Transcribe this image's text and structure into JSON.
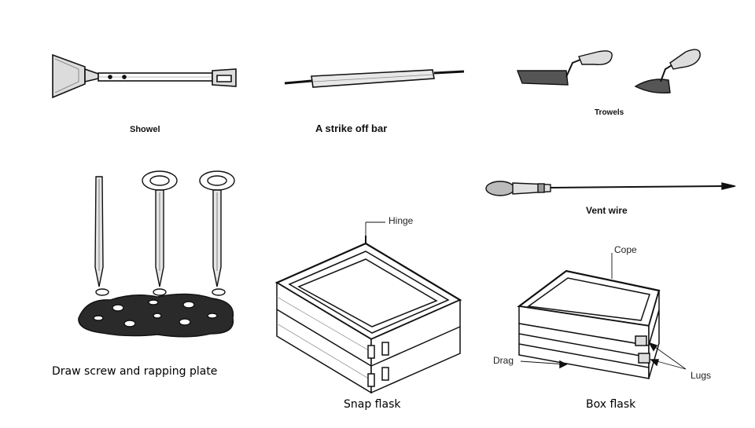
{
  "tools": {
    "shovel": "Showel",
    "strike_off_bar": "A strike off bar",
    "trowels": "Trowels",
    "vent_wire": "Vent wire",
    "draw_screw": "Draw screw and rapping plate"
  },
  "snap_flask": {
    "caption": "Snap flask",
    "hinge": "Hinge"
  },
  "box_flask": {
    "caption": "Box flask",
    "cope": "Cope",
    "drag": "Drag",
    "lugs": "Lugs"
  }
}
